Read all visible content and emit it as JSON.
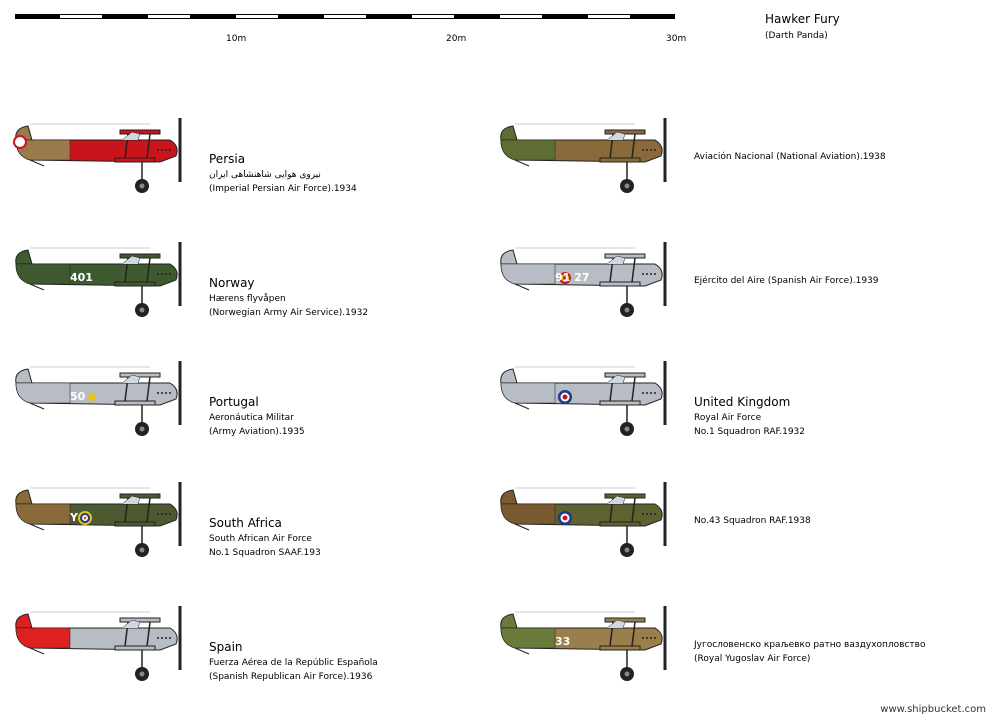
{
  "header": {
    "title": "Hawker Fury",
    "author": "(Darth Panda)"
  },
  "scale": {
    "ticks": [
      "10m",
      "20m",
      "30m"
    ]
  },
  "left_column": [
    {
      "country": "Persia",
      "line1": "نیروی هوایی شاهنشاهی ایران",
      "line2": "(Imperial Persian Air Force).1934",
      "fuselage_color": "#c8141a",
      "rear_color": "#9a7a4a",
      "marking": "",
      "roundel": "persia"
    },
    {
      "country": "Norway",
      "line1": "Hærens flyvåpen",
      "line2": "(Norwegian Army Air Service).1932",
      "fuselage_color": "#3e5a2e",
      "rear_color": "#3e5a2e",
      "marking": "401",
      "roundel": "none"
    },
    {
      "country": "Portugal",
      "line1": "Aeronáutica Militar",
      "line2": "(Army Aviation).1935",
      "fuselage_color": "#b8bcc4",
      "rear_color": "#b8bcc4",
      "marking": "50",
      "roundel": "portugal"
    },
    {
      "country": "South Africa",
      "line1": "South African Air Force",
      "line2": "No.1 Squadron SAAF.193",
      "fuselage_color": "#4d5a30",
      "rear_color": "#8a6a3a",
      "marking": "Y",
      "roundel": "sa"
    },
    {
      "country": "Spain",
      "line1": "Fuerza Aérea de la Repúblic Española",
      "line2": "(Spanish Republican Air Force).1936",
      "fuselage_color": "#b8bcc4",
      "rear_color": "#dd2020",
      "marking": "",
      "roundel": "none"
    }
  ],
  "right_column": [
    {
      "country": "",
      "line1": "",
      "line2": "Aviación Nacional (National Aviation).1938",
      "fuselage_color": "#8a6a3a",
      "rear_color": "#5e6e32",
      "marking": "",
      "roundel": "none"
    },
    {
      "country": "",
      "line1": "",
      "line2": "Ejército del Aire (Spanish Air Force).1939",
      "fuselage_color": "#b8bcc4",
      "rear_color": "#b8bcc4",
      "marking": "91 27",
      "roundel": "spain"
    },
    {
      "country": "United Kingdom",
      "line1": "Royal Air Force",
      "line2": "No.1 Squadron RAF.1932",
      "fuselage_color": "#b8bcc4",
      "rear_color": "#b8bcc4",
      "marking": "",
      "roundel": "uk"
    },
    {
      "country": "",
      "line1": "",
      "line2": "No.43 Squadron RAF.1938",
      "fuselage_color": "#5e6230",
      "rear_color": "#7a5a30",
      "marking": "",
      "roundel": "uk"
    },
    {
      "country": "",
      "line1": "Југословенско краљевко ратно ваздухопловство",
      "line2": "(Royal Yugoslav Air Force)",
      "fuselage_color": "#9a7e4c",
      "rear_color": "#6a7a3a",
      "marking": "33",
      "roundel": "none"
    }
  ],
  "footer": {
    "credit": "www.shipbucket.com"
  }
}
